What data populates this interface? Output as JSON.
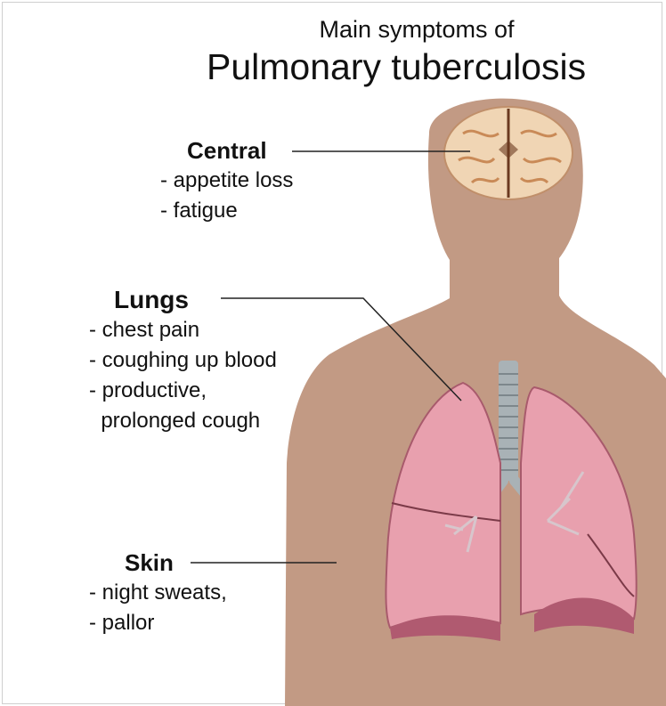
{
  "title": {
    "subtitle": "Main symptoms of",
    "main": "Pulmonary tuberculosis"
  },
  "groups": {
    "central": {
      "heading": "Central",
      "items": [
        "- appetite loss",
        "- fatigue"
      ]
    },
    "lungs": {
      "heading": "Lungs",
      "items": [
        "- chest pain",
        "- coughing up blood",
        "- productive,",
        "  prolonged cough"
      ]
    },
    "skin": {
      "heading": "Skin",
      "items": [
        "- night sweats,",
        "- pallor"
      ]
    }
  },
  "colors": {
    "body": "#c29a84",
    "lung": "#e8a0ae",
    "lung_dark": "#b45e72",
    "brain": "#efd3b2",
    "trachea": "#a9b2b6"
  }
}
